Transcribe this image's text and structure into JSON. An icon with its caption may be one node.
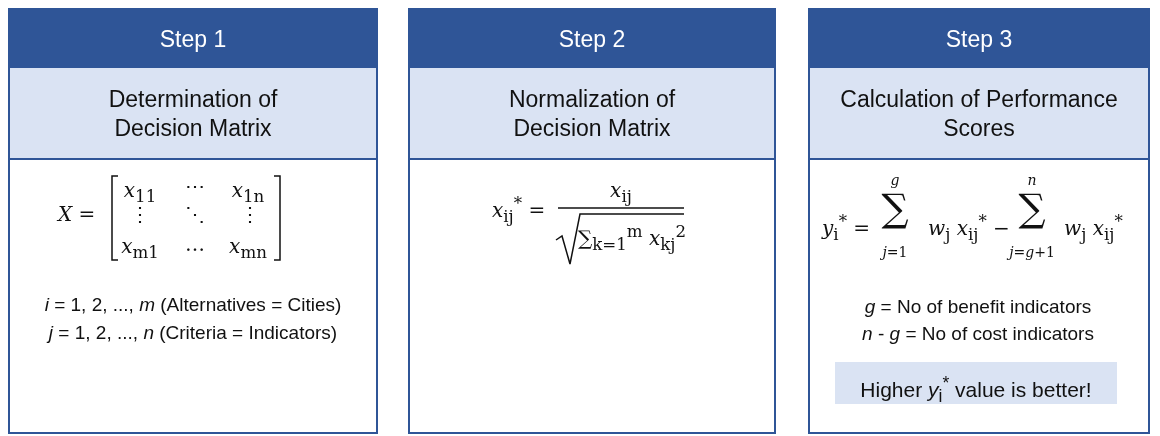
{
  "diagram": {
    "nodes": [
      {
        "text": [
          "Step 1"
        ]
      },
      {
        "text": [
          "Determination of Decision Matrix"
        ],
        "in": 0
      },
      {
        "text": [
          "Step 2"
        ]
      },
      {
        "text": [
          "Normalization of Decision Matrix"
        ],
        "in": 2
      },
      {
        "text": [
          "Step 3"
        ]
      },
      {
        "text": [
          "Calculation of Performance Scores"
        ],
        "in": 4
      },
      {
        "text": [
          "Higher *y*$_{i}$$^{*}$ value is better!"
        ],
        "in": 4
      }
    ],
    "labels": [
      "*X* =",
      "*x*$_{11}$",
      "⋯",
      "*x*$_{1n}$",
      "⋮",
      "⋱",
      "⋮",
      "*x*$_{m1}$",
      "…",
      "*x*$_{mn}$",
      "*i* = 1, 2, ..., *m* (Alternatives = Cities)",
      "*j* = 1, 2, ..., *n* (Criteria = Indicators)",
      "*x*$_{ij}$$^{*}$ =",
      "*x*$_{ij}$",
      "∑$_{k=1}$$^{m}$ *x*$_{kj}$$^{2}$",
      "*y*$_{i}$$^{*}$ =",
      "*g*",
      "∑",
      "*j*=1",
      "*w*$_{j}$ *x*$_{ij}$$^{*}$ −",
      "*n*",
      "∑",
      "*j*=*g*+1",
      "*w*$_{j}$ *x*$_{ij}$$^{*}$",
      "*g* = No of benefit indicators",
      "*n* - *g* = No of cost indicators"
    ]
  }
}
